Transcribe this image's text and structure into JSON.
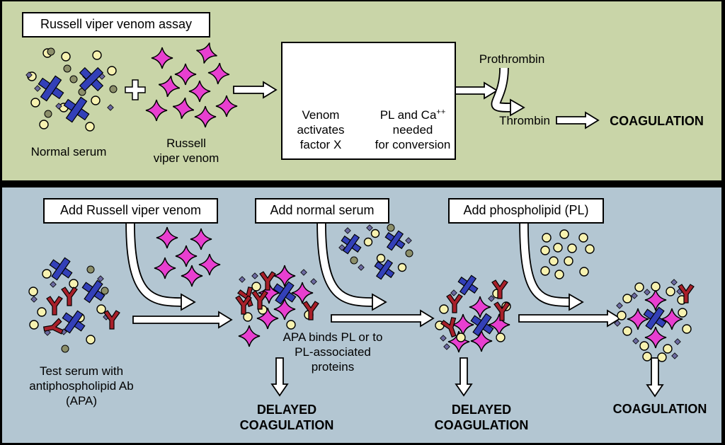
{
  "top": {
    "title": "Russell viper venom assay",
    "normal_serum": "Normal serum",
    "russell_venom": [
      "Russell",
      "viper venom"
    ],
    "venom_activates": [
      "Venom",
      "activates",
      "factor X"
    ],
    "pl_ca": "PL and Ca",
    "pl_ca_sup": "++",
    "needed": [
      "needed",
      "for conversion"
    ],
    "prothrombin": "Prothrombin",
    "thrombin": "Thrombin",
    "coagulation": "COAGULATION"
  },
  "bottom": {
    "step1": "Add Russell viper venom",
    "step2": "Add normal serum",
    "step3": "Add phospholipid (PL)",
    "test_serum": [
      "Test serum with",
      "antiphospholipid Ab",
      "(APA)"
    ],
    "apa_binds": [
      "APA binds PL or to",
      "PL-associated",
      "proteins"
    ],
    "delayed1": [
      "DELAYED",
      "COAGULATION"
    ],
    "delayed2": [
      "DELAYED",
      "COAGULATION"
    ],
    "coagulation": "COAGULATION"
  },
  "colors": {
    "top_panel": "#c9d5a8",
    "bottom_panel": "#b3c6d2",
    "venom": "#e83fd0",
    "factor_x": "#3340b8",
    "phospholipid": "#f7f2b0",
    "antibody": "#a8202a",
    "small_particle": "#6c6aa0",
    "olive_particle": "#8c8f6a"
  }
}
